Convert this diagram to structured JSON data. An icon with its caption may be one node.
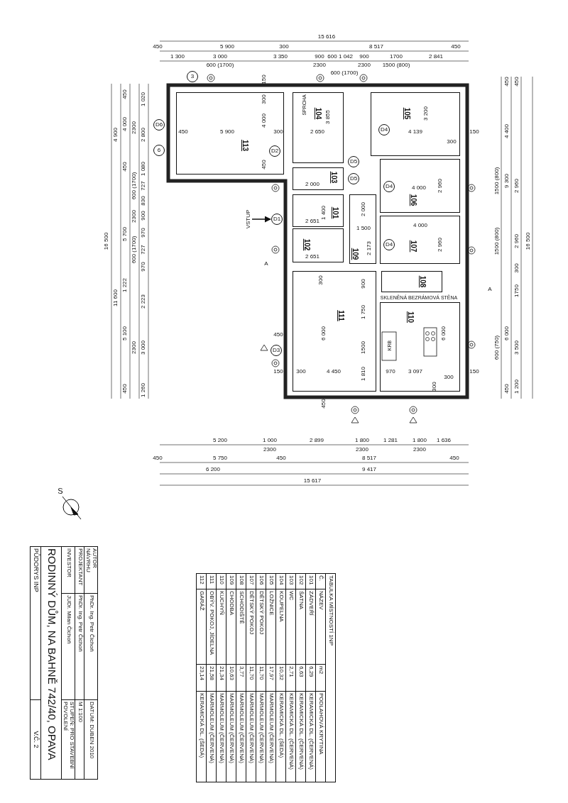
{
  "diagram": {
    "title": "RODINNÝ DŮM, NA BAHNĚ 742/40, OPAVA",
    "nodes": [
      {
        "text": [
          "113"
        ]
      },
      {
        "text": [
          "104"
        ]
      },
      {
        "text": [
          "105"
        ]
      },
      {
        "text": [
          "103"
        ]
      },
      {
        "text": [
          "101"
        ]
      },
      {
        "text": [
          "106"
        ]
      },
      {
        "text": [
          "102"
        ]
      },
      {
        "text": [
          "109"
        ]
      },
      {
        "text": [
          "107"
        ]
      },
      {
        "text": [
          "108"
        ]
      },
      {
        "text": [
          "111"
        ]
      },
      {
        "text": [
          "110"
        ]
      },
      {
        "text": [
          "3"
        ]
      },
      {
        "text": [
          "D6"
        ]
      },
      {
        "text": [
          "D4"
        ],
        "in": 2
      },
      {
        "text": [
          "D2"
        ],
        "in": 0
      },
      {
        "text": [
          "6"
        ]
      },
      {
        "text": [
          "D5"
        ]
      },
      {
        "text": [
          "D5"
        ]
      },
      {
        "text": [
          "D4"
        ],
        "in": 5
      },
      {
        "text": [
          "D1"
        ]
      },
      {
        "text": [
          "D4"
        ],
        "in": 8
      },
      {
        "text": [
          "D3"
        ]
      },
      {
        "text": [
          "VSTUP"
        ]
      }
    ],
    "edges": [
      {
        "from": 23,
        "to": 20,
        "arrow": "to"
      }
    ],
    "labels": [
      "15 616",
      "450",
      "5 900",
      "300",
      "8 517",
      "450",
      "1 300",
      "3 000",
      "3 350",
      "900",
      "600",
      "1 042",
      "900",
      "1700",
      "2 841",
      "600 (1700)",
      "2300",
      "2300",
      "1500 (800)",
      "600 (1700)",
      "16 500",
      "4 900",
      "11 600",
      "450",
      "4 000",
      "450",
      "5 700",
      "1 222",
      "5 100",
      "450",
      "2300",
      "600 (1700)",
      "2300",
      "600 (1700)",
      "2300",
      "1 020",
      "2 800",
      "1 080",
      "727",
      "830",
      "900",
      "970",
      "727",
      "970",
      "2 223",
      "3 000",
      "1 260",
      "450",
      "450",
      "4 400",
      "9 300",
      "6 000",
      "450",
      "1500 (800)",
      "1500 (800)",
      "600 (750)",
      "2 960",
      "2 960",
      "300",
      "1750",
      "3 500",
      "1 200",
      "16 500",
      "5 200",
      "1 000",
      "2 899",
      "1 800",
      "1 281",
      "1 800",
      "1 636",
      "2300",
      "2300",
      "2300",
      "450",
      "5 750",
      "450",
      "8 517",
      "450",
      "6 200",
      "9 417",
      "15 617",
      "150",
      "300",
      "4 000",
      "450",
      "450",
      "5 900",
      "300",
      "2 650",
      "3 855",
      "4 139",
      "300",
      "150",
      "3 200",
      "2 000",
      "1 500",
      "2 173",
      "4 000",
      "4 000",
      "2 960",
      "2 960",
      "2 651",
      "2 651",
      "1 400",
      "2 000",
      "300",
      "6 000",
      "150",
      "300",
      "4 450",
      "450",
      "450",
      "900",
      "1 750",
      "1500",
      "1 810",
      "970",
      "3 097",
      "300",
      "6 000",
      "150",
      "300",
      "SPRCHA",
      "KRB",
      "SKLENĚNÁ BEZRÁMOVÁ STĚNA",
      "S",
      "A",
      "A",
      "TABULKA MÍSTNOSTÍ 1NP",
      "Č.",
      "NÁZEV",
      "m2",
      "PODLAHOVÁ KRYTINA",
      "101",
      "ZÁDVEŘÍ",
      "6,29",
      "KERAMICKÁ DL. (ČERVENÁ)",
      "102",
      "ŠATNA",
      "6,63",
      "KERAMICKÁ DL. (ČERVENÁ)",
      "103",
      "WC",
      "2,71",
      "KERAMICKÁ DL. (ČERVENÁ)",
      "104",
      "KOUPELNA",
      "10,32",
      "KERAMICKÁ DL. (ŠEDÁ)",
      "105",
      "LOŽNICE",
      "17,97",
      "MARMOLEUM (ČERVENÁ)",
      "106",
      "DĚTSKÝ POKOJ",
      "11,70",
      "MARMOLEUM (ČERVENÁ)",
      "107",
      "DĚTSKÝ POKOJ",
      "11,70",
      "MARMOLEUM (ČERVENÁ)",
      "108",
      "SCHODIŠTĚ",
      "3,77",
      "MARMOLEUM (ČERVENÁ)",
      "109",
      "CHODBA",
      "10,63",
      "MARMOLEUM (ČERVENÁ)",
      "110",
      "KUCHYŇ",
      "21,34",
      "MARMOLEUM (ČERVENÁ)",
      "111",
      "OBÝV. POKOJ, JÍDELNA",
      "21,58",
      "MARMOLEUM (ČERVENÁ)",
      "112",
      "GARÁŽ",
      "23,14",
      "KERAMICKÁ DL. (ŠEDÁ)",
      "AUTOR NÁVRHU",
      "PhDr. Ing. Petr Čichoň",
      "DATUM: DUBEN 2010",
      "PROJEKTANT",
      "PhDr. Ing. Petr Čichoň",
      "M 1:100",
      "INVESTOR",
      "JUDr. Milan Čichoň",
      "STUPEŇ: PRO STAVEBNÍ POVOLENÍ",
      "PŮDORYS INP",
      "V.Č. 2"
    ]
  }
}
